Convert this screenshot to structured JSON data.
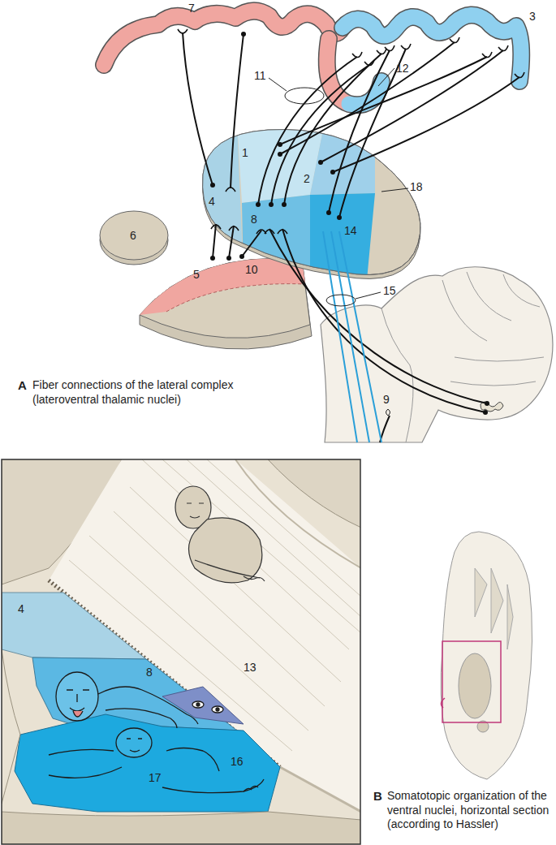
{
  "diagram": {
    "labels": [
      "7",
      "3",
      "11",
      "12",
      "1",
      "2",
      "18",
      "4",
      "8",
      "14",
      "6",
      "5",
      "10",
      "15",
      "9",
      "A",
      "Fiber connections of the lateral complex (lateroventral thalamic nuclei)",
      "4",
      "8",
      "13",
      "17",
      "16",
      "B",
      "Somatotopic organization of the ventral nuclei, horizontal section (according to Hassler)"
    ]
  }
}
